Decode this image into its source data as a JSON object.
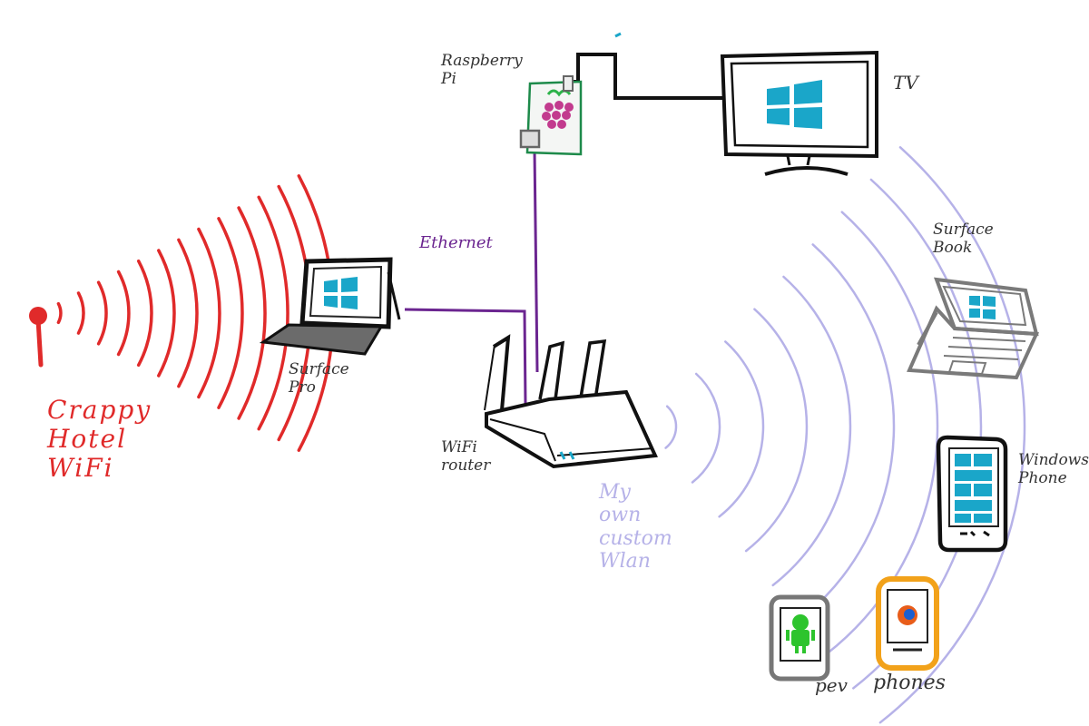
{
  "labels": {
    "raspberry_pi": "Raspberry\nPi",
    "tv": "TV",
    "ethernet": "Ethernet",
    "surface_book": "Surface\nBook",
    "surface_pro": "Surface\nPro",
    "crappy_wifi": "Crappy\nHotel\nWiFi",
    "wifi_router": "WiFi\nrouter",
    "my_wlan": "My\nown\ncustom\nWlan",
    "windows_phone": "Windows\nPhone",
    "pev": "pev",
    "phones": "phones"
  },
  "colors": {
    "hotel_wifi": "#e02a2a",
    "ethernet": "#6b2590",
    "my_wlan": "#b6b2e8",
    "windows_logo": "#1aa6c9",
    "ink": "#222222",
    "android": "#2dc42d",
    "orange_phone": "#f2a21a"
  },
  "icons": {
    "hotel_antenna": "antenna-icon",
    "laptop": "surface-pro-icon",
    "pi": "raspberry-pi-icon",
    "tv": "tv-icon",
    "router": "router-icon",
    "surface_book": "surface-book-icon",
    "windows_phone": "windows-phone-icon",
    "android_phone": "android-phone-icon",
    "firefox_phone": "firefox-phone-icon"
  }
}
